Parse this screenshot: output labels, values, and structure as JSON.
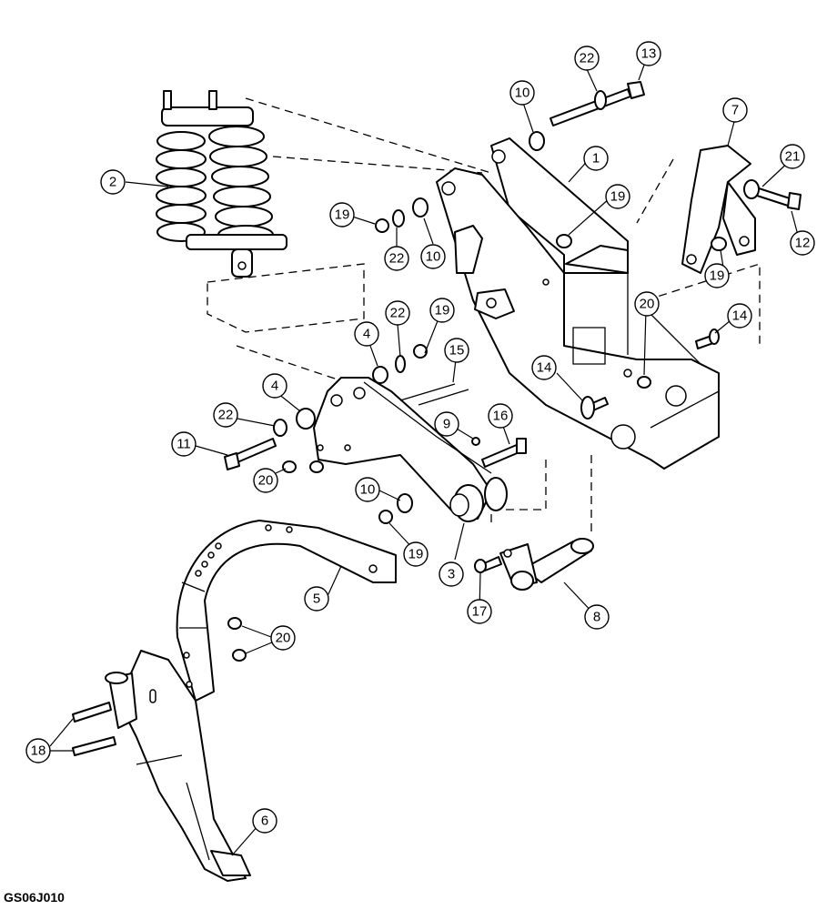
{
  "drawing_code": "GS06J010",
  "callouts": [
    {
      "id": "c1",
      "label": "1"
    },
    {
      "id": "c2",
      "label": "2"
    },
    {
      "id": "c3",
      "label": "3"
    },
    {
      "id": "c4a",
      "label": "4"
    },
    {
      "id": "c4b",
      "label": "4"
    },
    {
      "id": "c5",
      "label": "5"
    },
    {
      "id": "c6",
      "label": "6"
    },
    {
      "id": "c7",
      "label": "7"
    },
    {
      "id": "c8",
      "label": "8"
    },
    {
      "id": "c9",
      "label": "9"
    },
    {
      "id": "c10a",
      "label": "10"
    },
    {
      "id": "c10b",
      "label": "10"
    },
    {
      "id": "c10c",
      "label": "10"
    },
    {
      "id": "c11",
      "label": "11"
    },
    {
      "id": "c12",
      "label": "12"
    },
    {
      "id": "c13",
      "label": "13"
    },
    {
      "id": "c14a",
      "label": "14"
    },
    {
      "id": "c14b",
      "label": "14"
    },
    {
      "id": "c15",
      "label": "15"
    },
    {
      "id": "c16",
      "label": "16"
    },
    {
      "id": "c17",
      "label": "17"
    },
    {
      "id": "c18",
      "label": "18"
    },
    {
      "id": "c19a",
      "label": "19"
    },
    {
      "id": "c19b",
      "label": "19"
    },
    {
      "id": "c19c",
      "label": "19"
    },
    {
      "id": "c19d",
      "label": "19"
    },
    {
      "id": "c19e",
      "label": "19"
    },
    {
      "id": "c20a",
      "label": "20"
    },
    {
      "id": "c20b",
      "label": "20"
    },
    {
      "id": "c20c",
      "label": "20"
    },
    {
      "id": "c21",
      "label": "21"
    },
    {
      "id": "c22a",
      "label": "22"
    },
    {
      "id": "c22b",
      "label": "22"
    },
    {
      "id": "c22c",
      "label": "22"
    },
    {
      "id": "c22d",
      "label": "22"
    }
  ]
}
